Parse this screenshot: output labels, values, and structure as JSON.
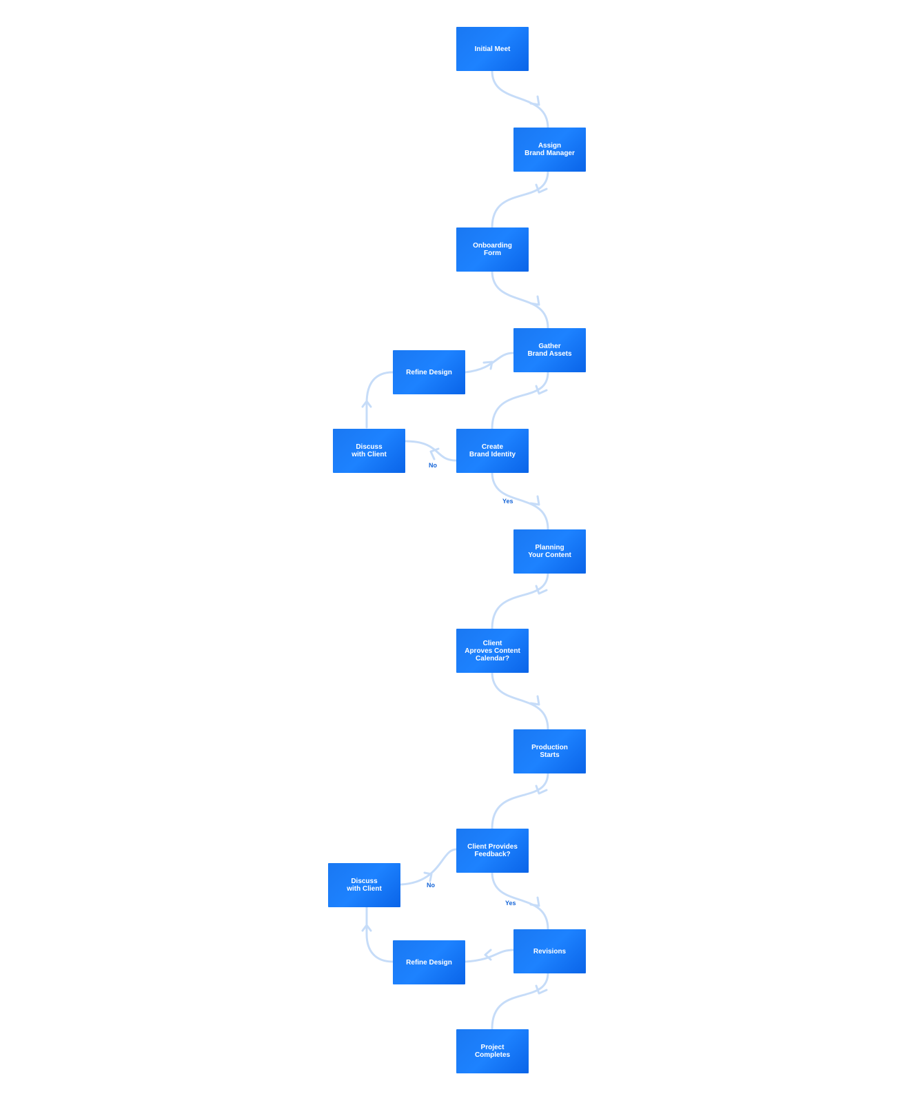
{
  "nodes": {
    "initial_meet": "Initial Meet",
    "assign_brand_manager": "Assign\nBrand Manager",
    "onboarding_form": "Onboarding\nForm",
    "gather_brand_assets": "Gather\nBrand Assets",
    "refine_design_1": "Refine Design",
    "create_brand_identity": "Create\nBrand Identity",
    "discuss_with_client_1": "Discuss\nwith Client",
    "planning_your_content": "Planning\nYour Content",
    "client_approves_calendar": "Client\nAproves Content\nCalendar?",
    "production_starts": "Production\nStarts",
    "client_provides_feedback": "Client Provides\nFeedback?",
    "discuss_with_client_2": "Discuss\nwith Client",
    "revisions": "Revisions",
    "refine_design_2": "Refine Design",
    "project_completes": "Project\nCompletes"
  },
  "edge_labels": {
    "no_1": "No",
    "yes_1": "Yes",
    "no_2": "No",
    "yes_2": "Yes"
  },
  "colors": {
    "node_fill": "#1a78f2",
    "connector": "#c6dcf8",
    "label_text": "#1565d8"
  }
}
